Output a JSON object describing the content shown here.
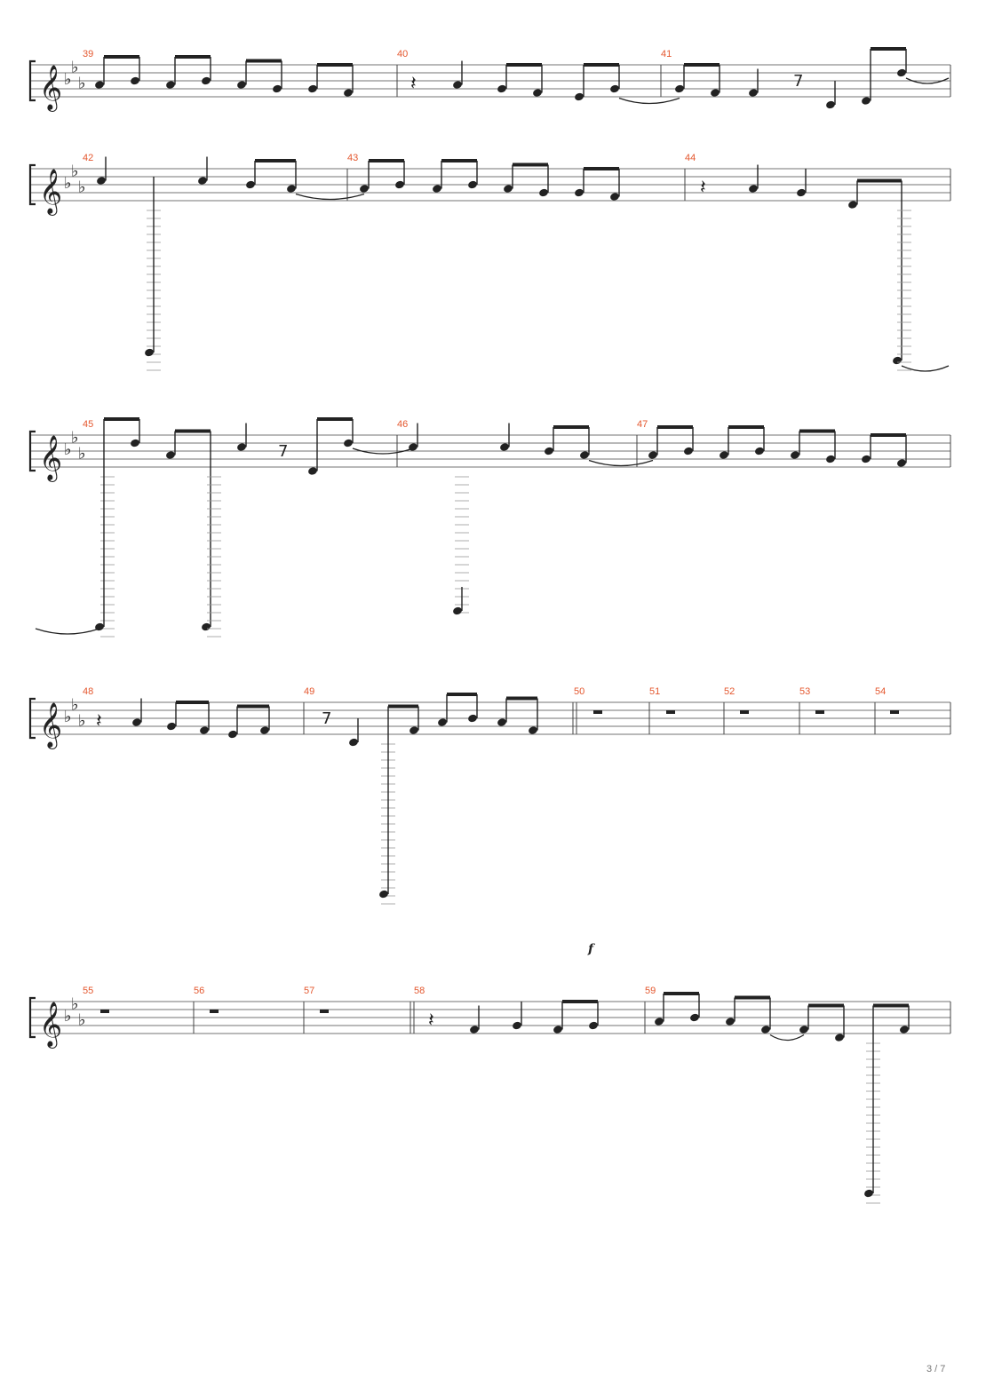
{
  "document": {
    "type": "sheet-music",
    "page_indicator": "3 / 7",
    "dynamic_marking": "f",
    "key_signature": "E-flat major (3 flats)",
    "clef": "treble",
    "colors": {
      "staff": "#444444",
      "notes": "#222222",
      "measure_numbers": "#e4572e"
    },
    "systems": [
      {
        "measures": [
          "39",
          "40",
          "41"
        ]
      },
      {
        "measures": [
          "42",
          "43",
          "44"
        ]
      },
      {
        "measures": [
          "45",
          "46",
          "47"
        ]
      },
      {
        "measures": [
          "48",
          "49",
          "50",
          "51",
          "52",
          "53",
          "54"
        ]
      },
      {
        "measures": [
          "55",
          "56",
          "57",
          "58",
          "59"
        ]
      }
    ]
  }
}
